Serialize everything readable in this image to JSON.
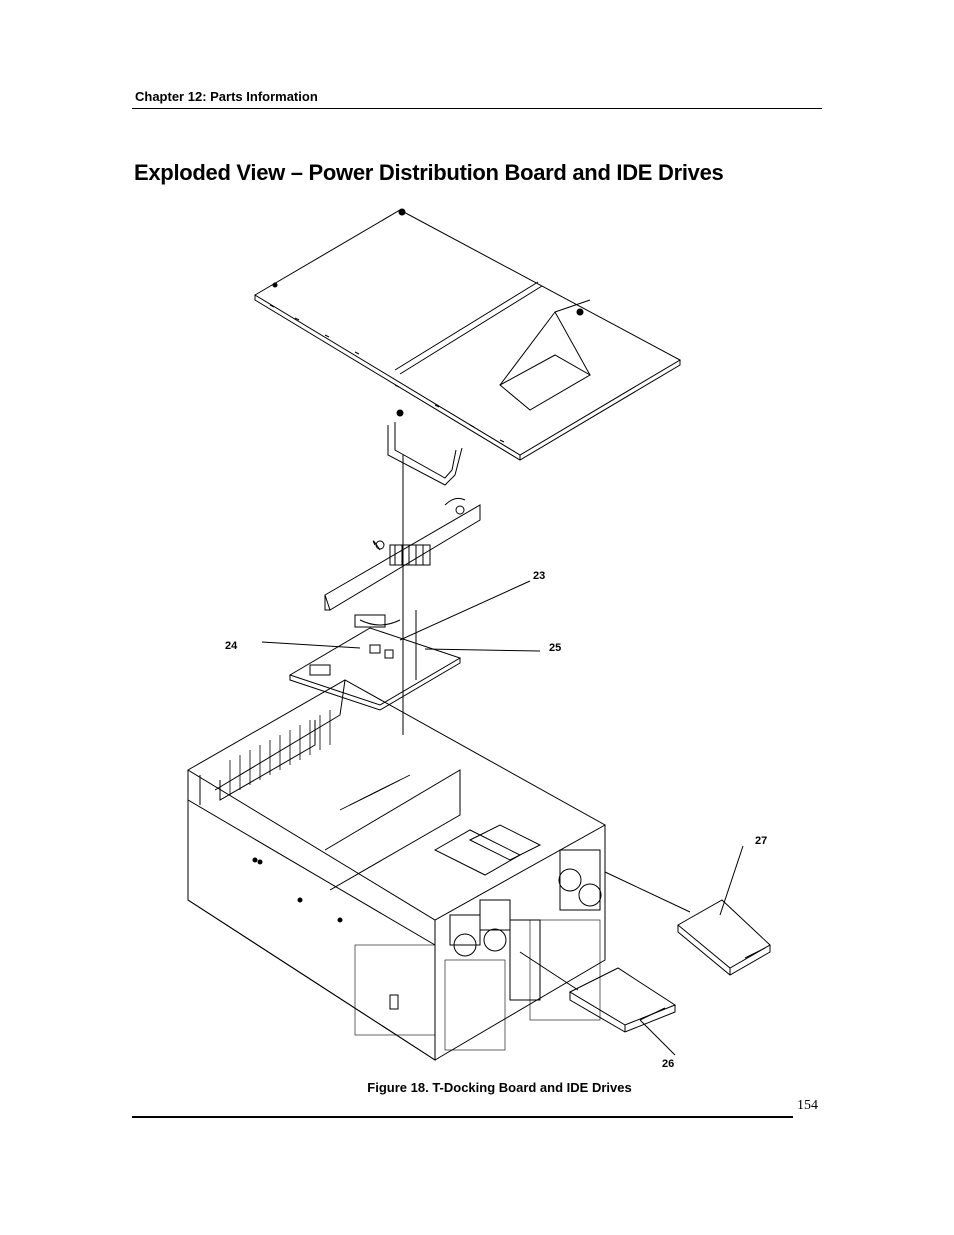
{
  "header": {
    "chapter_label": "Chapter 12: Parts Information"
  },
  "page": {
    "title": "Exploded View – Power Distribution Board and IDE Drives",
    "number": "154"
  },
  "figure": {
    "caption": "Figure 18.  T-Docking Board and IDE Drives",
    "callouts": [
      "23",
      "24",
      "25",
      "26",
      "27"
    ]
  }
}
